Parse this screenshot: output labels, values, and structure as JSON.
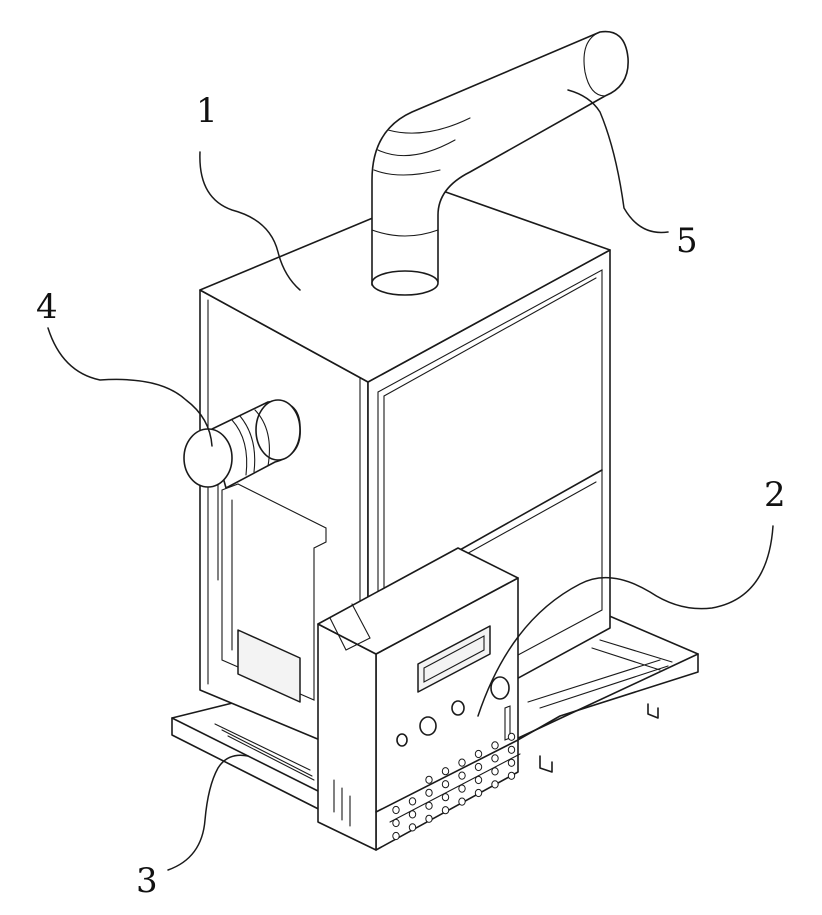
{
  "labels": {
    "housing": "1",
    "control_box": "2",
    "base": "3",
    "inlet": "4",
    "exhaust_pipe": "5"
  }
}
